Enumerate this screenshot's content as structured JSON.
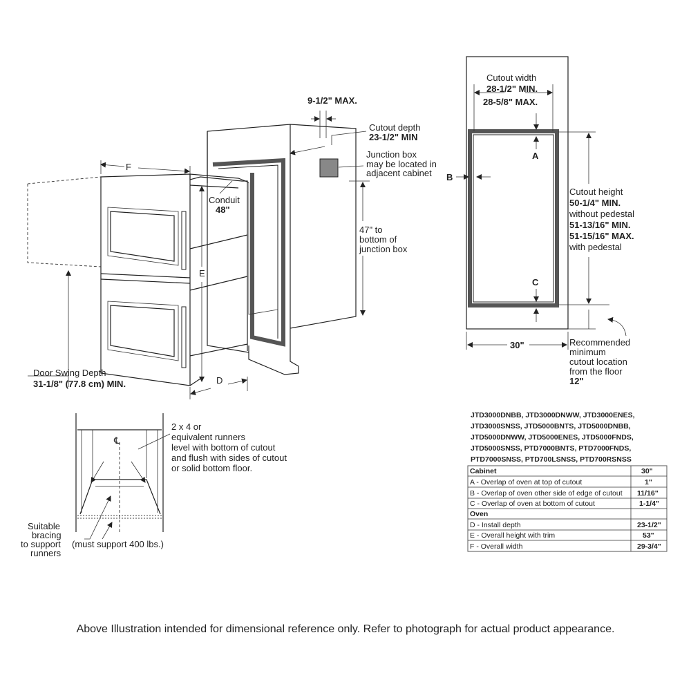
{
  "labels": {
    "dim_F": "F",
    "dim_E": "E",
    "dim_D": "D",
    "dim_A": "A",
    "dim_B": "B",
    "dim_C": "C",
    "max_91_2": "9-1/2\" MAX.",
    "cutout_depth_line1": "Cutout depth",
    "cutout_depth_line2": "23-1/2\" MIN",
    "junction_line1": "Junction box",
    "junction_line2": "may be located in",
    "junction_line3": "adjacent cabinet",
    "conduit_line1": "Conduit",
    "conduit_line2": "48\"",
    "h47_line1": "47\" to",
    "h47_line2": "bottom of",
    "h47_line3": "junction box",
    "door_swing_line1": "Door Swing Depth",
    "door_swing_line2": "31-1/8\" (77.8 cm) MIN.",
    "cutout_width_line1": "Cutout width",
    "cutout_width_line2": "28-1/2\" MIN.",
    "cutout_width_line3": "28-5/8\" MAX.",
    "cutout_height_line1": "Cutout height",
    "cutout_height_line2": "50-1/4\" MIN.",
    "cutout_height_line3": "without pedestal",
    "cutout_height_line4": "51-13/16\" MIN.",
    "cutout_height_line5": "51-15/16\" MAX.",
    "cutout_height_line6": "with pedestal",
    "width_30": "30\"",
    "rec_line1": "Recommended",
    "rec_line2": "minimum",
    "rec_line3": "cutout location",
    "rec_line4": "from the floor",
    "rec_line5": "12\"",
    "runners_line1": "2 x 4 or",
    "runners_line2": "equivalent runners",
    "runners_line3": "level with bottom of cutout",
    "runners_line4": "and flush with sides of cutout",
    "runners_line5": "or solid bottom floor.",
    "bracing_line1": "Suitable",
    "bracing_line2": "bracing",
    "bracing_line3": "to support",
    "bracing_line4": "runners",
    "support_400": "(must support 400 lbs.)",
    "centerline": "℄"
  },
  "models": [
    "JTD3000DNBB, JTD3000DNWW, JTD3000ENES,",
    "JTD3000SNSS, JTD5000BNTS, JTD5000DNBB,",
    "JTD5000DNWW, JTD5000ENES, JTD5000FNDS,",
    "JTD5000SNSS, PTD7000BNTS, PTD7000FNDS,",
    "PTD7000SNSS, PTD700LSNSS, PTD700RSNSS"
  ],
  "spec_table": {
    "rows": [
      {
        "label": "Cabinet",
        "value": "30\"",
        "header": true
      },
      {
        "label": "A - Overlap of oven at top of cutout",
        "value": "1\"",
        "header": false
      },
      {
        "label": "B - Overlap of oven other side of edge of cutout",
        "value": "11/16\"",
        "header": false
      },
      {
        "label": "C - Overlap of oven at bottom of cutout",
        "value": "1-1/4\"",
        "header": false
      },
      {
        "label": "Oven",
        "value": "",
        "header": true
      },
      {
        "label": "D - Install depth",
        "value": "23-1/2\"",
        "header": false
      },
      {
        "label": "E - Overall height with trim",
        "value": "53\"",
        "header": false
      },
      {
        "label": "F - Overall width",
        "value": "29-3/4\"",
        "header": false
      }
    ]
  },
  "footer": "Above Illustration intended for dimensional reference only. Refer to photograph for actual product appearance."
}
